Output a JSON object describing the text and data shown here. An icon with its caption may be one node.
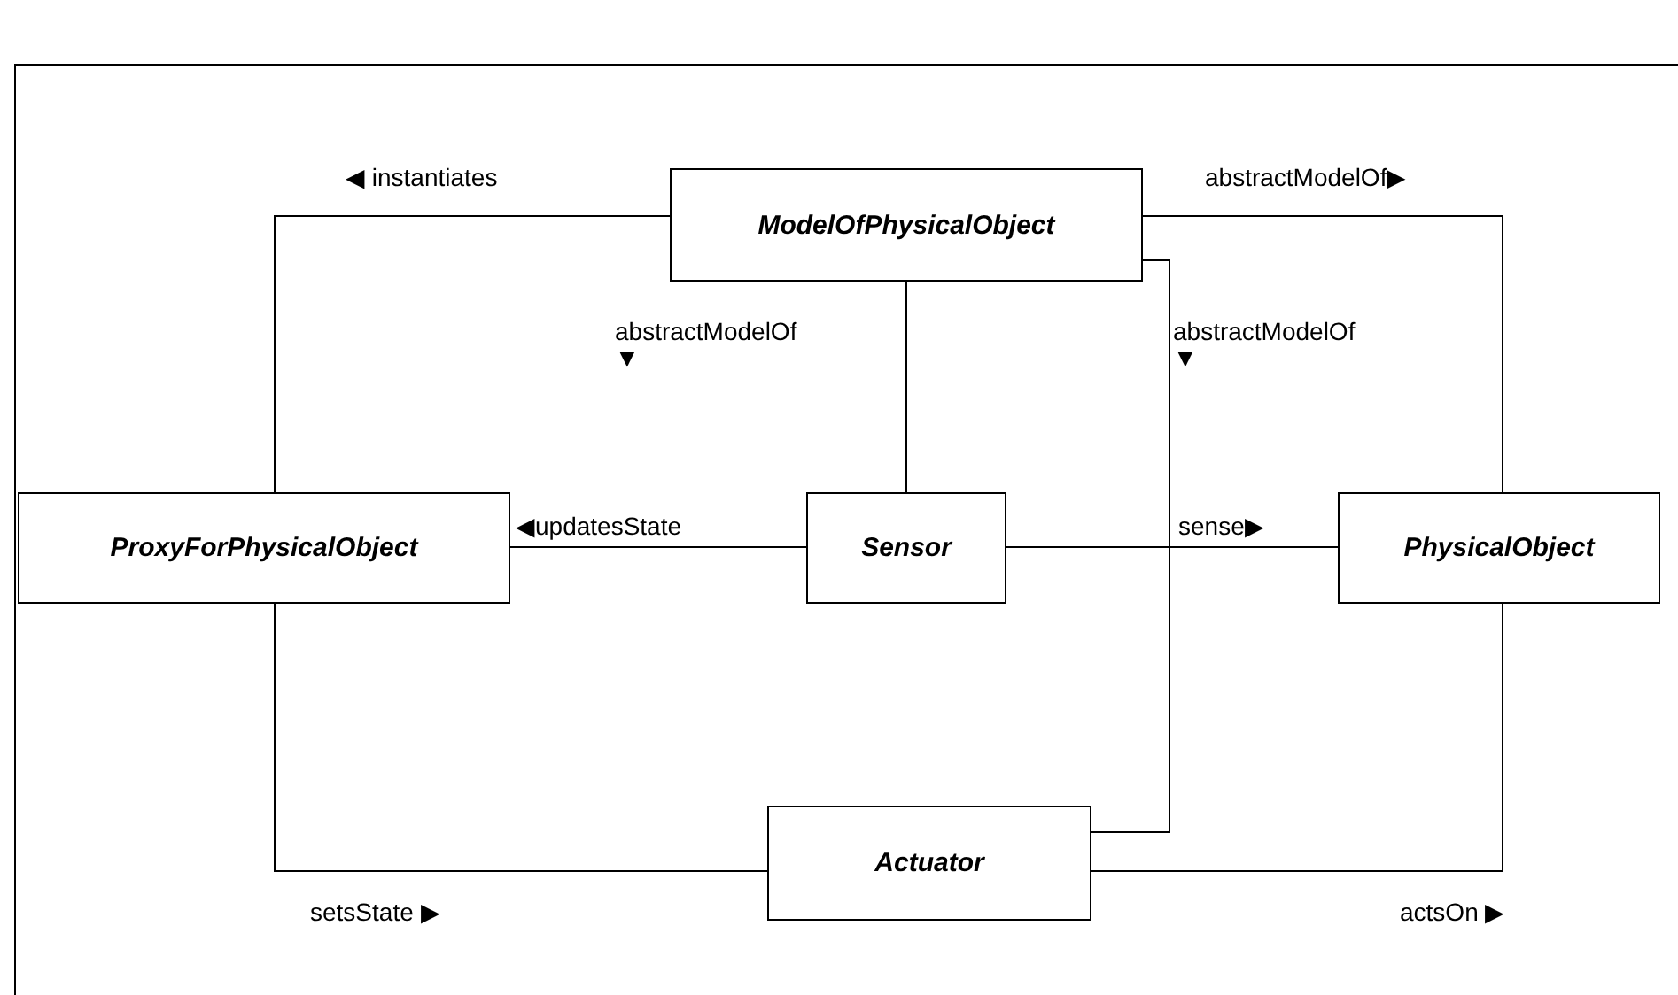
{
  "diagram": {
    "nodes": [
      {
        "text": [
          "ModelOfPhysicalObject"
        ]
      },
      {
        "text": [
          "ProxyForPhysicalObject"
        ]
      },
      {
        "text": [
          "Sensor"
        ]
      },
      {
        "text": [
          "PhysicalObject"
        ]
      },
      {
        "text": [
          "Actuator"
        ]
      }
    ],
    "edges": [
      {
        "from": 0,
        "to": 1,
        "arrow": "none",
        "label": "◀ instantiates"
      },
      {
        "from": 0,
        "to": 3,
        "arrow": "none",
        "label": "abstractModelOf▶"
      },
      {
        "from": 0,
        "to": 2,
        "arrow": "none",
        "label": "abstractModelOf ▼"
      },
      {
        "from": 0,
        "to": 4,
        "arrow": "none",
        "label": "abstractModelOf ▼"
      },
      {
        "from": 2,
        "to": 1,
        "arrow": "none",
        "label": "◀updatesState"
      },
      {
        "from": 2,
        "to": 3,
        "arrow": "none",
        "label": "sense▶"
      },
      {
        "from": 1,
        "to": 4,
        "arrow": "none",
        "label": "setsState ▶"
      },
      {
        "from": 4,
        "to": 3,
        "arrow": "none",
        "label": "actsOn ▶"
      }
    ]
  }
}
